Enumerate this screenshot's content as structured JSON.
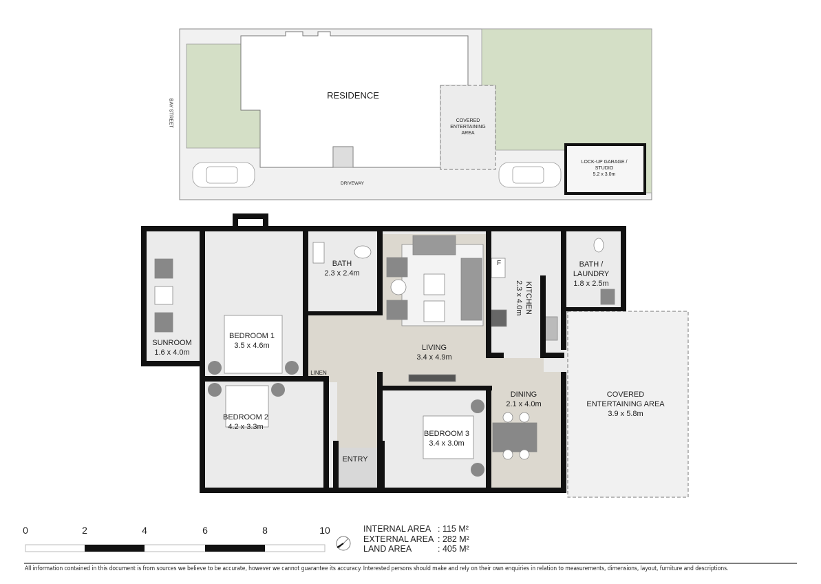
{
  "site_plan": {
    "street": "BAY STREET",
    "residence": "RESIDENCE",
    "covered_area": [
      "COVERED",
      "ENTERTAINING",
      "AREA"
    ],
    "driveway": "DRIVEWAY",
    "garage": {
      "name_line1": "LOCK-UP GARAGE /",
      "name_line2": "STUDIO",
      "size": "5.2 x 3.0m"
    }
  },
  "rooms": {
    "sunroom": {
      "name": "SUNROOM",
      "size": "1.6 x 4.0m"
    },
    "bedroom1": {
      "name": "BEDROOM 1",
      "size": "3.5 x 4.6m"
    },
    "bath": {
      "name": "BATH",
      "size": "2.3 x 2.4m"
    },
    "living": {
      "name": "LIVING",
      "size": "3.4 x 4.9m"
    },
    "kitchen": {
      "name": "KITCHEN",
      "size": "2.3 x 4.0m"
    },
    "fridge": "F",
    "bath_laundry": {
      "name": "BATH /",
      "name2": "LAUNDRY",
      "size": "1.8 x 2.5m"
    },
    "linen": "LINEN",
    "bedroom2": {
      "name": "BEDROOM 2",
      "size": "4.2 x 3.3m"
    },
    "entry": {
      "name": "ENTRY"
    },
    "bedroom3": {
      "name": "BEDROOM 3",
      "size": "3.4 x 3.0m"
    },
    "dining": {
      "name": "DINING",
      "size": "2.1 x 4.0m"
    },
    "covered_entertaining": {
      "name": "COVERED",
      "name2": "ENTERTAINING AREA",
      "size": "3.9 x 5.8m"
    }
  },
  "scale_bar": {
    "labels": [
      "0",
      "2",
      "4",
      "6",
      "8",
      "10"
    ]
  },
  "areas": [
    {
      "label": "INTERNAL AREA",
      "value": ": 115 M²"
    },
    {
      "label": "EXTERNAL AREA",
      "value": ": 282 M²"
    },
    {
      "label": "LAND AREA",
      "value": ": 405 M²"
    }
  ],
  "compass_icon": "north-arrow",
  "colors": {
    "walls": "#111111",
    "floor": "#ebebeb",
    "hall": "#dcd8cf",
    "lawn": "#d4dfc6",
    "site": "#f1f1f1"
  },
  "disclaimer": "All information contained in this document is from sources we believe to be accurate, however we cannot guarantee its accuracy. Interested persons should make and rely on their own enquiries in relation to measurements, dimensions, layout, furniture and descriptions."
}
